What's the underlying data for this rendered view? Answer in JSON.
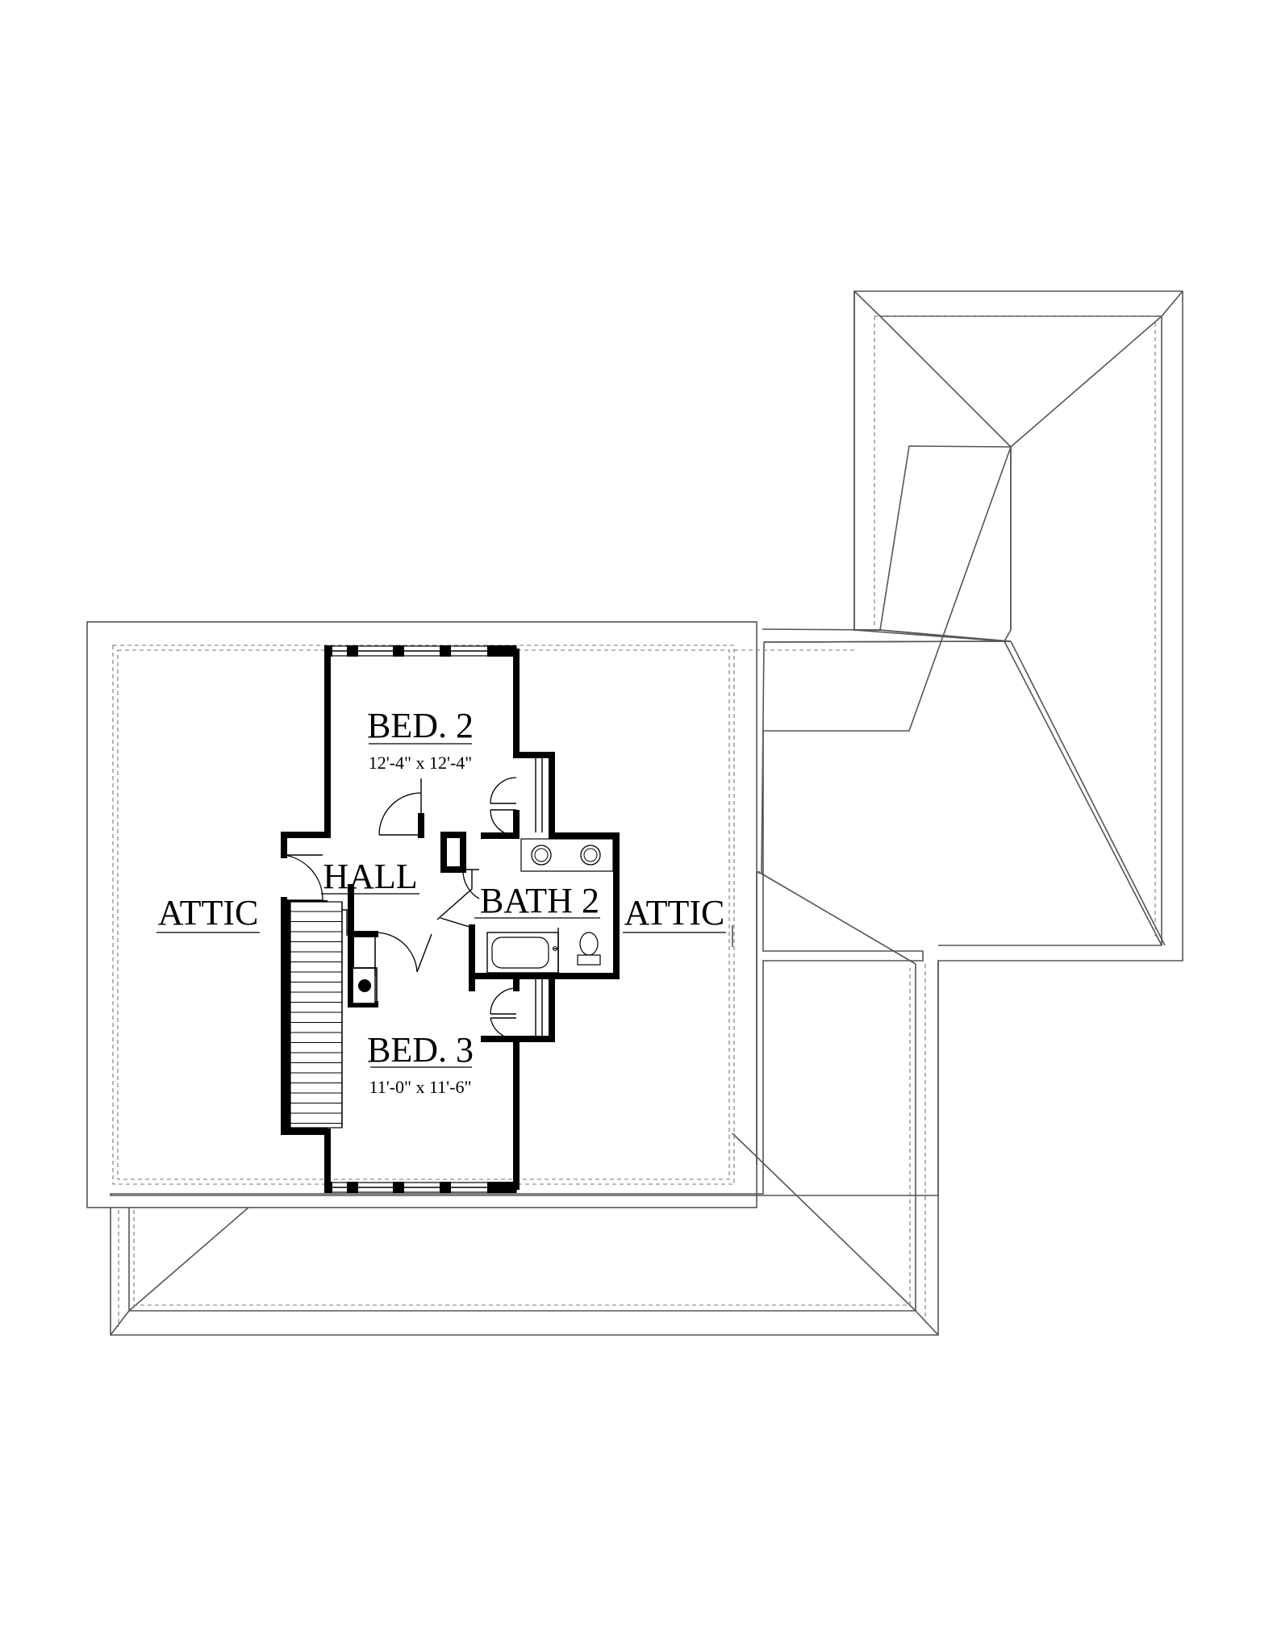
{
  "plan": {
    "rooms": [
      {
        "id": "bed2",
        "name": "BED. 2",
        "dims": "12'-4\" x 12'-4\""
      },
      {
        "id": "bed3",
        "name": "BED. 3",
        "dims": "11'-0\" x 11'-6\""
      },
      {
        "id": "hall",
        "name": "HALL"
      },
      {
        "id": "bath2",
        "name": "BATH 2"
      },
      {
        "id": "attic_left",
        "name": "ATTIC"
      },
      {
        "id": "attic_right",
        "name": "ATTIC"
      }
    ]
  },
  "colors": {
    "wall": "#000000",
    "roof": "#555555",
    "background": "#ffffff"
  }
}
